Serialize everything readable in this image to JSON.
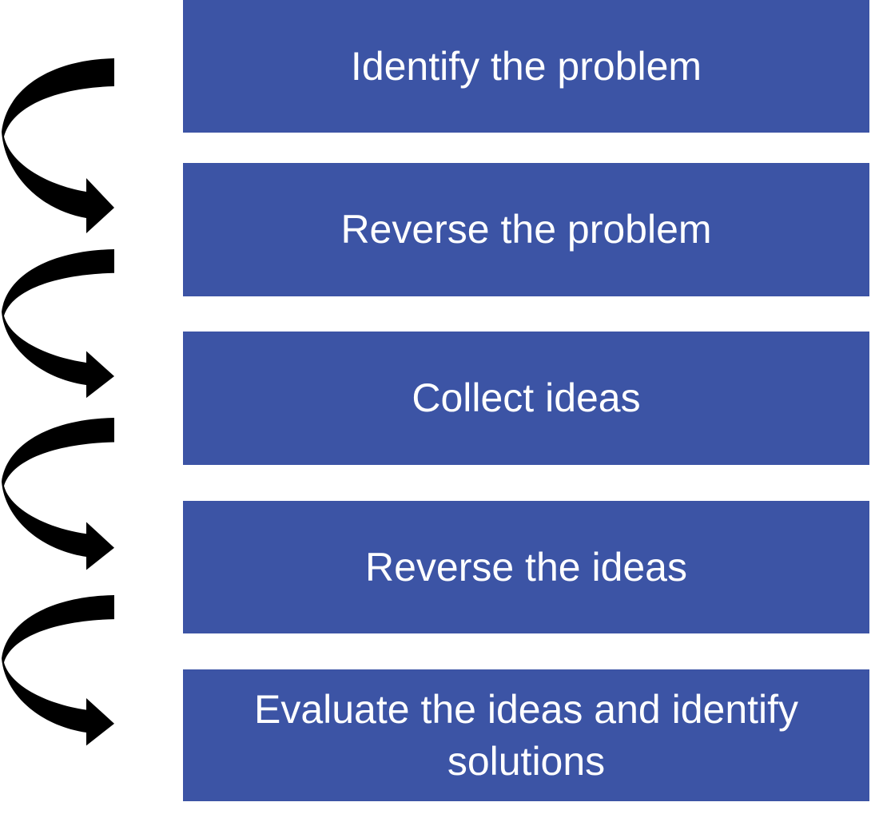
{
  "steps": [
    {
      "label": "Identify the problem"
    },
    {
      "label": "Reverse the problem"
    },
    {
      "label": "Collect ideas"
    },
    {
      "label": "Reverse the ideas"
    },
    {
      "label": "Evaluate the ideas and identify solutions"
    }
  ],
  "colors": {
    "box": "#3C54A5",
    "text": "#FFFFFF",
    "arrow": "#000000"
  }
}
